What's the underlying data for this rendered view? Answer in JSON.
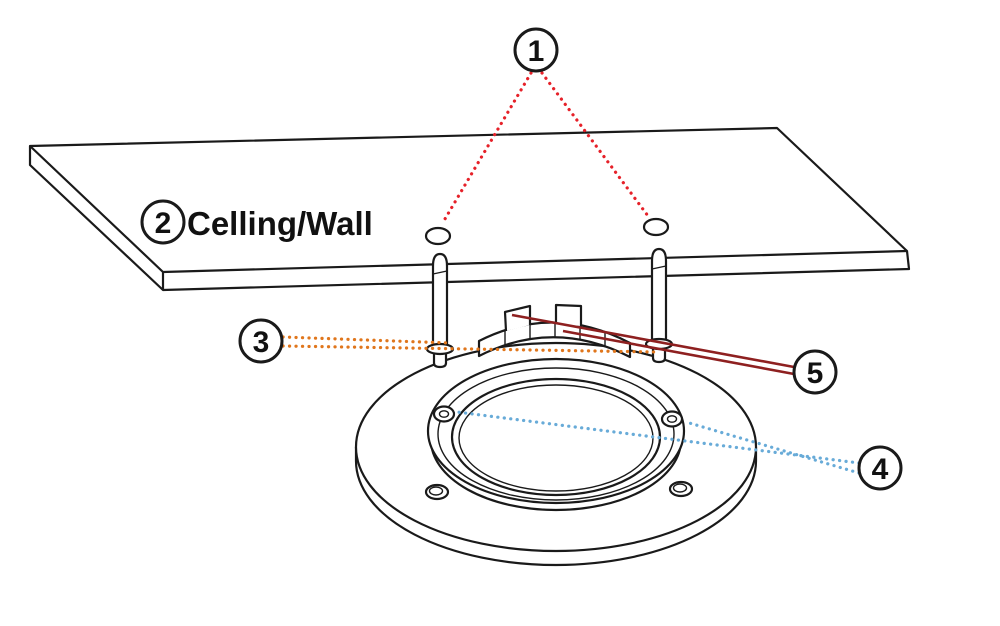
{
  "diagram": {
    "panel_label": "Celling/Wall",
    "callouts": [
      {
        "number": "1"
      },
      {
        "number": "2"
      },
      {
        "number": "3"
      },
      {
        "number": "4"
      },
      {
        "number": "5"
      }
    ],
    "colors": {
      "outline": "#1a1a1a",
      "callout_1_red": "#e62129",
      "callout_3_orange": "#e0761c",
      "callout_4_blue": "#68abd8",
      "callout_5_maroon": "#8e2020"
    }
  }
}
